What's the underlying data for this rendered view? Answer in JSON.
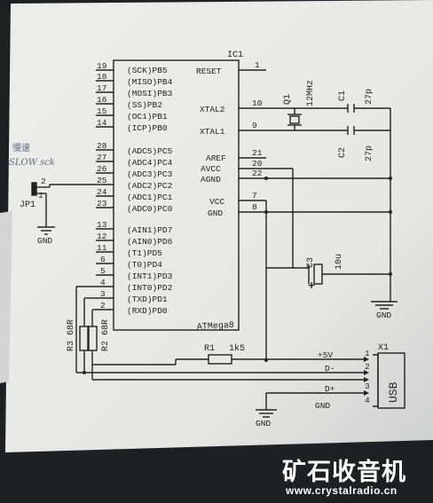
{
  "ic": {
    "ref": "IC1",
    "part": "ATMega8",
    "left_pins": [
      {
        "num": "19",
        "name": "(SCK)PB5"
      },
      {
        "num": "18",
        "name": "(MISO)PB4"
      },
      {
        "num": "17",
        "name": "(MOSI)PB3"
      },
      {
        "num": "16",
        "name": "(SS)PB2"
      },
      {
        "num": "15",
        "name": "(OC1)PB1"
      },
      {
        "num": "14",
        "name": "(ICP)PB0"
      },
      {
        "num": "28",
        "name": "(ADC5)PC5"
      },
      {
        "num": "27",
        "name": "(ADC4)PC4"
      },
      {
        "num": "26",
        "name": "(ADC3)PC3"
      },
      {
        "num": "25",
        "name": "(ADC2)PC2"
      },
      {
        "num": "24",
        "name": "(ADC1)PC1"
      },
      {
        "num": "23",
        "name": "(ADC0)PC0"
      },
      {
        "num": "13",
        "name": "(AIN1)PD7"
      },
      {
        "num": "12",
        "name": "(AIN0)PD6"
      },
      {
        "num": "11",
        "name": "(T1)PD5"
      },
      {
        "num": "6",
        "name": "(T0)PD4"
      },
      {
        "num": "5",
        "name": "(INT1)PD3"
      },
      {
        "num": "4",
        "name": "(INT0)PD2"
      },
      {
        "num": "3",
        "name": "(TXD)PD1"
      },
      {
        "num": "2",
        "name": "(RXD)PD0"
      }
    ],
    "right_pins": [
      {
        "num": "1",
        "name": "RESET"
      },
      {
        "num": "10",
        "name": "XTAL2"
      },
      {
        "num": "9",
        "name": "XTAL1"
      },
      {
        "num": "21",
        "name": "AREF"
      },
      {
        "num": "20",
        "name": "AVCC"
      },
      {
        "num": "22",
        "name": "AGND"
      },
      {
        "num": "7",
        "name": "VCC"
      },
      {
        "num": "8",
        "name": "GND"
      }
    ]
  },
  "components": {
    "q1": "Q1",
    "q1_val": "12MHz",
    "c1": "C1",
    "c1_val": "27p",
    "c2": "C2",
    "c2_val": "27p",
    "c3": "C3",
    "c3_val": "10u",
    "r1": "R1",
    "r1_val": "1k5",
    "r3": "R3 68R",
    "r2": "R2 68R",
    "jp1": "JP1",
    "jp1_pin2": "2",
    "jp1_pin1": "1",
    "x1": "X1",
    "usb": "USB"
  },
  "nets": {
    "gnd": "GND",
    "plus5v": "+5V",
    "dminus": "D-",
    "dplus": "D+",
    "usb_gnd": "GND",
    "usb_pins": [
      "1",
      "2",
      "3",
      "4"
    ]
  },
  "handwritten": {
    "line1": "慢速",
    "line2": "SLOW sck"
  },
  "watermark": {
    "title": "矿石收音机",
    "url": "www.crystalradio.cn"
  },
  "colors": {
    "paper": "#e9e9e7",
    "ink": "#222222",
    "background": "#1e2024"
  }
}
